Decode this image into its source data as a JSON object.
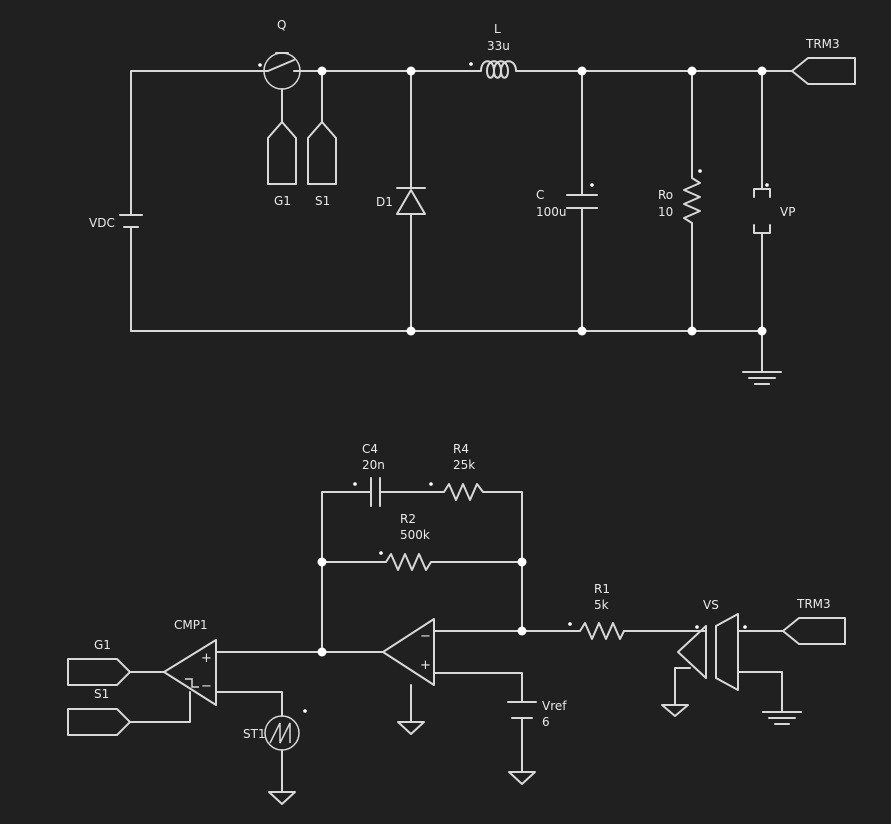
{
  "components": {
    "Q": {
      "name": "Q"
    },
    "L": {
      "name": "L",
      "value": "33u"
    },
    "TRM3_top": {
      "name": "TRM3"
    },
    "G1_top": {
      "name": "G1"
    },
    "S1_top": {
      "name": "S1"
    },
    "D1": {
      "name": "D1"
    },
    "C": {
      "name": "C",
      "value": "100u"
    },
    "Ro": {
      "name": "Ro",
      "value": "10"
    },
    "VP": {
      "name": "VP"
    },
    "VDC": {
      "name": "VDC"
    },
    "C4": {
      "name": "C4",
      "value": "20n"
    },
    "R4": {
      "name": "R4",
      "value": "25k"
    },
    "R2": {
      "name": "R2",
      "value": "500k"
    },
    "R1": {
      "name": "R1",
      "value": "5k"
    },
    "VS": {
      "name": "VS"
    },
    "TRM3_bot": {
      "name": "TRM3"
    },
    "CMP1": {
      "name": "CMP1"
    },
    "G1_bot": {
      "name": "G1"
    },
    "S1_bot": {
      "name": "S1"
    },
    "ST1": {
      "name": "ST1"
    },
    "Vref": {
      "name": "Vref",
      "value": "6"
    }
  },
  "symbols": {
    "plus": "+",
    "minus": "−"
  }
}
